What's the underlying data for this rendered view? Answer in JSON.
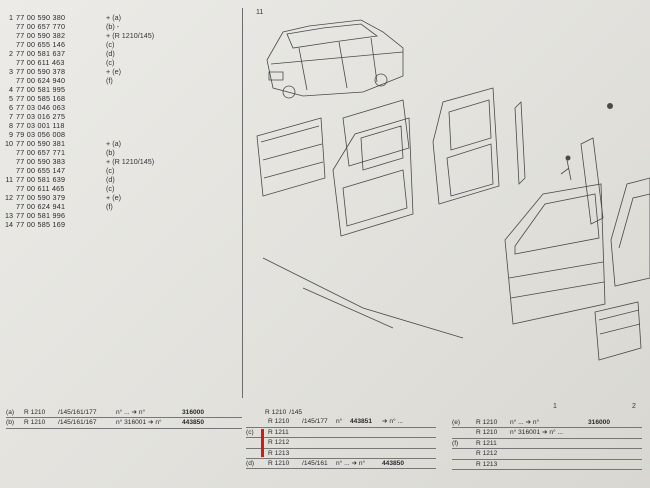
{
  "parts_list": [
    {
      "num": "1",
      "code": "77 00 590 380",
      "note": "+ (a)"
    },
    {
      "num": "",
      "code": "77 00 657 770",
      "note": "(b) -"
    },
    {
      "num": "",
      "code": "77 00 590 382",
      "note": "+ (R 1210/145)"
    },
    {
      "num": "",
      "code": "77 00 655 146",
      "note": "(c)"
    },
    {
      "num": "2",
      "code": "77 00 581 637",
      "note": "(d)"
    },
    {
      "num": "",
      "code": "77 00 611 463",
      "note": "(c)"
    },
    {
      "num": "3",
      "code": "77 00 590 378",
      "note": "+ (e)"
    },
    {
      "num": "",
      "code": "77 00 624 940",
      "note": "(f)"
    },
    {
      "num": "4",
      "code": "77 00 581 995",
      "note": ""
    },
    {
      "num": "5",
      "code": "77 00 585 168",
      "note": ""
    },
    {
      "num": "6",
      "code": "77 03 046 063",
      "note": ""
    },
    {
      "num": "7",
      "code": "77 03 016 275",
      "note": ""
    },
    {
      "num": "8",
      "code": "77 03 001 118",
      "note": ""
    },
    {
      "num": "9",
      "code": "79 03 056 008",
      "note": ""
    },
    {
      "num": "10",
      "code": "77 00 590 381",
      "note": "+ (a)"
    },
    {
      "num": "",
      "code": "77 00 657 771",
      "note": "(b)"
    },
    {
      "num": "",
      "code": "77 00 590 383",
      "note": "+ (R 1210/145)"
    },
    {
      "num": "",
      "code": "77 00 655 147",
      "note": "(c)"
    },
    {
      "num": "11",
      "code": "77 00 581 639",
      "note": "(d)"
    },
    {
      "num": "",
      "code": "77 00 611 465",
      "note": "(c)"
    },
    {
      "num": "12",
      "code": "77 00 590 379",
      "note": "+ (e)"
    },
    {
      "num": "",
      "code": "77 00 624 941",
      "note": "(f)"
    },
    {
      "num": "13",
      "code": "77 00 581 996",
      "note": ""
    },
    {
      "num": "14",
      "code": "77 00 585 169",
      "note": ""
    }
  ],
  "figure_labels": {
    "a": "11",
    "b": "1",
    "c": "2"
  },
  "table_left": [
    {
      "tag": "(a)",
      "model": "R 1210",
      "types": "/145/161/177",
      "range": "n° ... ➔ n°",
      "serial": "316000"
    },
    {
      "tag": "(b)",
      "model": "R 1210",
      "types": "/145/161/167",
      "range": "n° 316001 ➔ n°",
      "serial": "443850"
    }
  ],
  "table_mid": {
    "header_model": "R 1210",
    "header_type": "/145",
    "row1": {
      "types": "/145/177",
      "range": "n°",
      "serial": "443851",
      "end": "➔ n° ..."
    },
    "tag_c": "(c)",
    "models": [
      "R 1211",
      "R 1212",
      "R 1213"
    ],
    "tag_d": "(d)",
    "last": {
      "model": "R 1210",
      "types": "/145/161",
      "range": "n° ... ➔ n°",
      "serial": "443850"
    }
  },
  "table_right": [
    {
      "tag": "(e)",
      "model": "R 1210",
      "range": "n° ... ➔ n°",
      "serial": "316000"
    },
    {
      "tag": "",
      "model": "R 1210",
      "range": "n° 316001 ➔ n° ...",
      "serial": ""
    },
    {
      "tag": "(f)",
      "model": "R 1211",
      "range": "",
      "serial": ""
    },
    {
      "tag": "",
      "model": "R 1212",
      "range": "",
      "serial": ""
    },
    {
      "tag": "",
      "model": "R 1213",
      "range": "",
      "serial": ""
    }
  ],
  "colors": {
    "paper": "#e6e5e0",
    "ink": "#2a2a2a",
    "highlight": "#d21a1a"
  }
}
